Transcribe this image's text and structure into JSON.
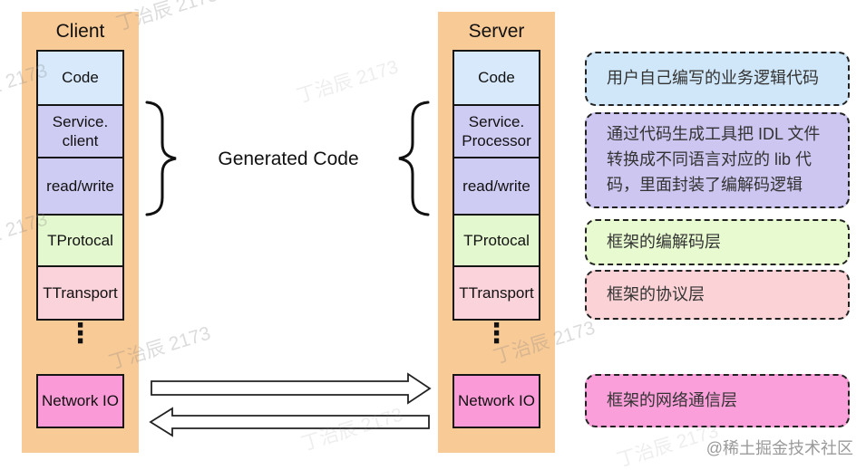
{
  "generated_code_label": "Generated Code",
  "watermark_text": "丁治辰 2173",
  "credit": "@稀土掘金技术社区",
  "client": {
    "title": "Client",
    "column_color": "#F8CA96",
    "boxes": [
      {
        "label": "Code",
        "color": "#D7E9FB"
      },
      {
        "label": "Service.\nclient",
        "color": "#CFCCF4"
      },
      {
        "label": "read/write",
        "color": "#CFCCF4"
      },
      {
        "label": "TProtocal",
        "color": "#E3F8CE"
      },
      {
        "label": "TTransport",
        "color": "#FAD3DB"
      }
    ],
    "dots": "⋮",
    "network_box": {
      "label": "Network IO",
      "color": "#FA9AD7"
    }
  },
  "server": {
    "title": "Server",
    "column_color": "#F8CA96",
    "boxes": [
      {
        "label": "Code",
        "color": "#D7E9FB"
      },
      {
        "label": "Service.\nProcessor",
        "color": "#CFCCF4"
      },
      {
        "label": "read/write",
        "color": "#CFCCF4"
      },
      {
        "label": "TProtocal",
        "color": "#E3F8CE"
      },
      {
        "label": "TTransport",
        "color": "#FAD3DB"
      }
    ],
    "dots": "⋮",
    "network_box": {
      "label": "Network IO",
      "color": "#FA9AD7"
    }
  },
  "annotations": [
    {
      "text": "用户自己编写的业务逻辑代码",
      "color": "#D0E7F9"
    },
    {
      "text": "通过代码生成工具把 IDL 文件\n转换成不同语言对应的 lib 代\n码，里面封装了编解码逻辑",
      "color": "#CDC6F0"
    },
    {
      "text": "框架的编解码层",
      "color": "#E8FAD0"
    },
    {
      "text": "框架的协议层",
      "color": "#FBD2D5"
    },
    {
      "text": "框架的网络通信层",
      "color": "#FA9FDA"
    }
  ]
}
